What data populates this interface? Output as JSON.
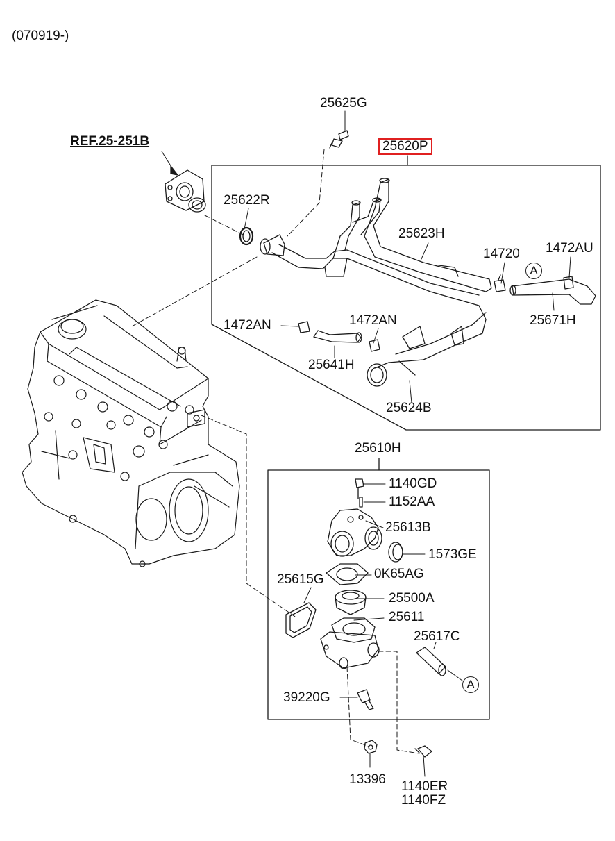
{
  "header": {
    "date_code": "(070919-)"
  },
  "reference": {
    "label": "REF.25-251B"
  },
  "upper_assembly": {
    "part_number": "25620P",
    "parts": {
      "bolt_top": "25625G",
      "o_ring": "25622R",
      "hose_upper": "25623H",
      "clamp_14720": "14720",
      "clamp_1472au": "1472AU",
      "hose_25671h": "25671H",
      "clamp_left": "1472AN",
      "clamp_mid": "1472AN",
      "hose_25641h": "25641H",
      "pipe_25624b": "25624B"
    },
    "callout": "A"
  },
  "lower_assembly": {
    "part_number": "25610H",
    "parts": {
      "bolt_1140gd": "1140GD",
      "pin_1152aa": "1152AA",
      "housing_25613b": "25613B",
      "seal_1573ge": "1573GE",
      "gasket_0k65ag": "0K65AG",
      "thermostat_25500a": "25500A",
      "cover_25611": "25611",
      "gasket_25615g": "25615G",
      "pipe_25617c": "25617C",
      "sensor_39220g": "39220G"
    },
    "callout": "A"
  },
  "fasteners": {
    "nut": "13396",
    "bolt_line1": "1140ER",
    "bolt_line2": "1140FZ"
  }
}
